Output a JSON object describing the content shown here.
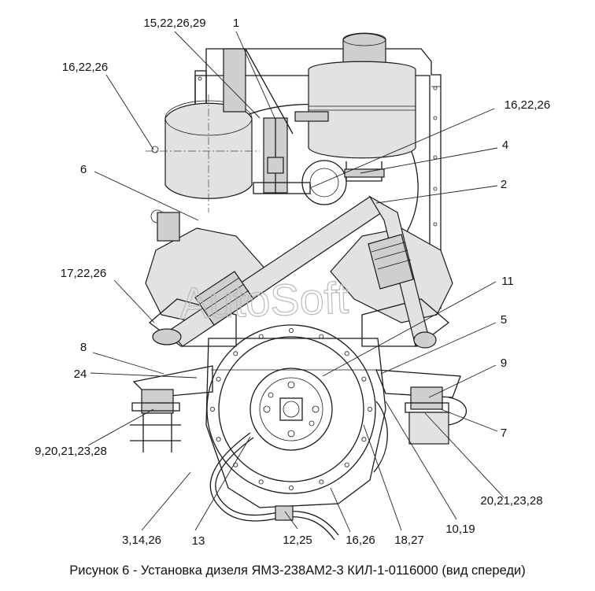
{
  "callouts": {
    "c1": "15,22,26,29",
    "c2": "1",
    "c3": "16,22,26",
    "c4": "16,22,26",
    "c5": "4",
    "c6": "6",
    "c7": "2",
    "c8": "17,22,26",
    "c9": "11",
    "c10": "5",
    "c11": "8",
    "c12": "24",
    "c13": "9",
    "c14": "9,20,21,23,28",
    "c15": "7",
    "c16": "20,21,23,28",
    "c17": "3,14,26",
    "c18": "13",
    "c19": "12,25",
    "c20": "16,26",
    "c21": "18,27",
    "c22": "10,19"
  },
  "watermark": "AutoSoft",
  "caption": "Рисунок 6 - Установка дизеля ЯМЗ-238АМ2-3 КИЛ-1-0116000 (вид спереди)"
}
